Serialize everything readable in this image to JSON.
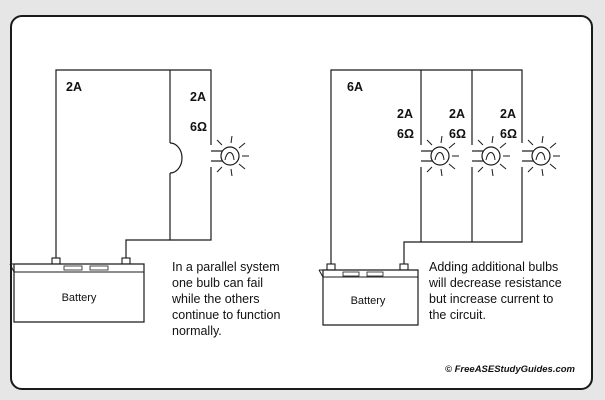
{
  "left_diagram": {
    "branch1_current": "2A",
    "branch2_current": "2A",
    "branch2_resistance": "6Ω",
    "battery_label": "Battery",
    "caption": "In a parallel system\none bulb can fail\nwhile the others\ncontinue to function\nnormally."
  },
  "right_diagram": {
    "total_current": "6A",
    "branches": [
      {
        "current": "2A",
        "resistance": "6Ω"
      },
      {
        "current": "2A",
        "resistance": "6Ω"
      },
      {
        "current": "2A",
        "resistance": "6Ω"
      }
    ],
    "battery_label": "Battery",
    "caption": "Adding additional bulbs\nwill decrease resistance\nbut increase current to\nthe circuit."
  },
  "copyright": "© FreeASEStudyGuides.com"
}
